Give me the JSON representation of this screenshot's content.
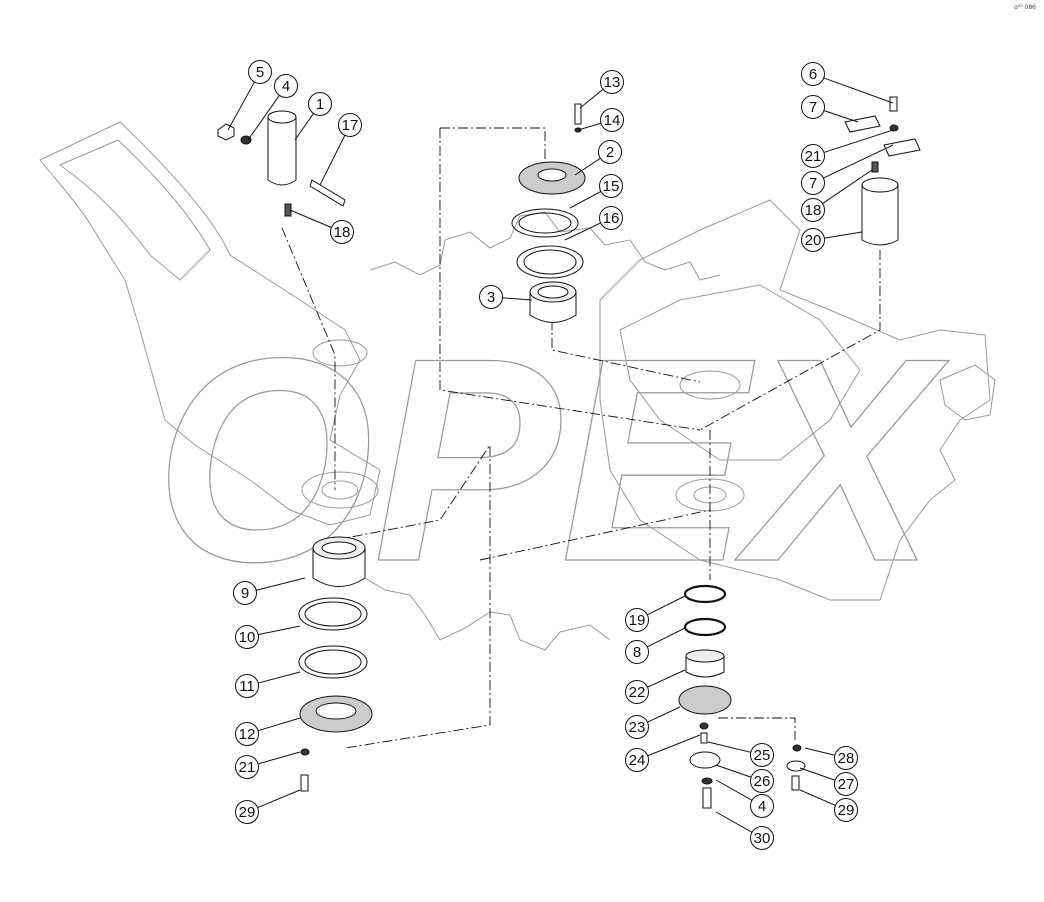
{
  "watermark": {
    "text": "OPEX"
  },
  "drawing_code": "o⁰⁰ 086",
  "callouts": [
    {
      "id": "c5",
      "label": "5"
    },
    {
      "id": "c4a",
      "label": "4"
    },
    {
      "id": "c1",
      "label": "1"
    },
    {
      "id": "c17",
      "label": "17"
    },
    {
      "id": "c18a",
      "label": "18"
    },
    {
      "id": "c13",
      "label": "13"
    },
    {
      "id": "c14",
      "label": "14"
    },
    {
      "id": "c2",
      "label": "2"
    },
    {
      "id": "c15",
      "label": "15"
    },
    {
      "id": "c16",
      "label": "16"
    },
    {
      "id": "c3",
      "label": "3"
    },
    {
      "id": "c6",
      "label": "6"
    },
    {
      "id": "c7a",
      "label": "7"
    },
    {
      "id": "c21a",
      "label": "21"
    },
    {
      "id": "c7b",
      "label": "7"
    },
    {
      "id": "c18b",
      "label": "18"
    },
    {
      "id": "c20",
      "label": "20"
    },
    {
      "id": "c9",
      "label": "9"
    },
    {
      "id": "c10",
      "label": "10"
    },
    {
      "id": "c11",
      "label": "11"
    },
    {
      "id": "c12",
      "label": "12"
    },
    {
      "id": "c21b",
      "label": "21"
    },
    {
      "id": "c29a",
      "label": "29"
    },
    {
      "id": "c19",
      "label": "19"
    },
    {
      "id": "c8",
      "label": "8"
    },
    {
      "id": "c22",
      "label": "22"
    },
    {
      "id": "c23",
      "label": "23"
    },
    {
      "id": "c24",
      "label": "24"
    },
    {
      "id": "c25",
      "label": "25"
    },
    {
      "id": "c26",
      "label": "26"
    },
    {
      "id": "c4b",
      "label": "4"
    },
    {
      "id": "c30",
      "label": "30"
    },
    {
      "id": "c28",
      "label": "28"
    },
    {
      "id": "c27",
      "label": "27"
    },
    {
      "id": "c29b",
      "label": "29"
    }
  ],
  "colors": {
    "line": "#111111",
    "frame_line": "#9a9a9a",
    "watermark": "#9a9a9a",
    "part_fill": "#d9d9d9"
  }
}
